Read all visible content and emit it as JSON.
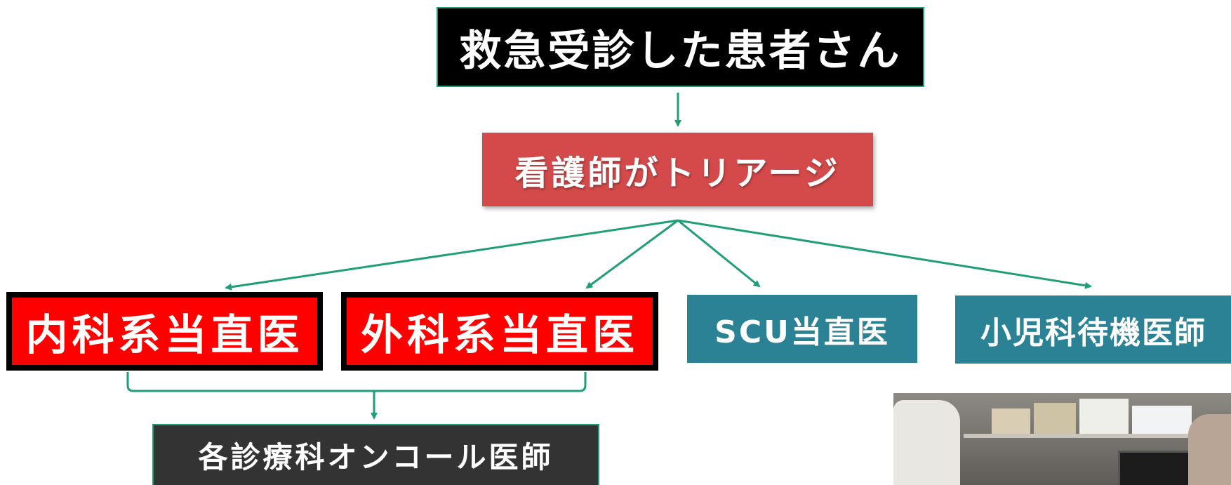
{
  "nodes": {
    "patient": "救急受診した患者さん",
    "triage": "看護師がトリアージ",
    "internal": "内科系当直医",
    "surgical": "外科系当直医",
    "scu": "SCU当直医",
    "pediatric": "小児科待機医師",
    "oncall": "各診療科オンコール医師"
  },
  "colors": {
    "connector": "#1f9e78",
    "patient_fill": "#000000",
    "triage_fill": "#d44a4a",
    "duty_fill": "#ff0000",
    "duty_border": "#000000",
    "teal_fill": "#2b8295",
    "oncall_fill": "#333333"
  },
  "photo": {
    "subject": "doctors-at-emergency-workstation"
  }
}
